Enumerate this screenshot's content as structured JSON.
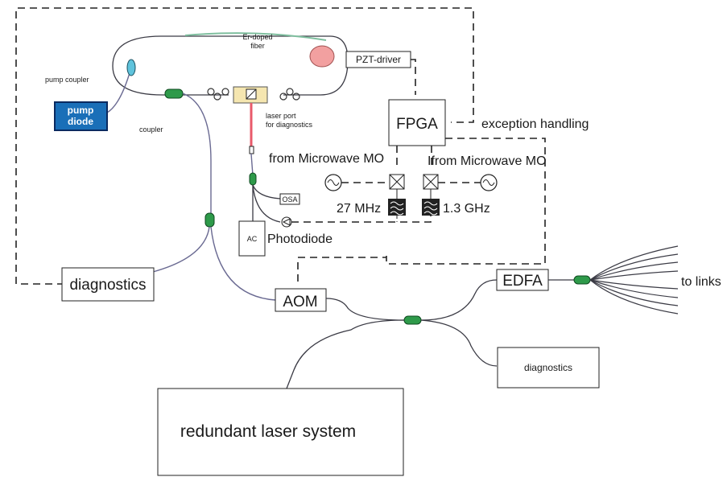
{
  "labels": {
    "er_doped_fiber_1": "Er-doped",
    "er_doped_fiber_2": "fiber",
    "pzt_driver": "PZT-driver",
    "pump_coupler": "pump coupler",
    "pump_diode_1": "pump",
    "pump_diode_2": "diode",
    "coupler": "coupler",
    "laser_port_1": "laser port",
    "laser_port_2": "for diagnostics",
    "fpga": "FPGA",
    "exception_handling": "exception handling",
    "from_mw_left": "from Microwave MO",
    "from_mw_right": "Ifrom Microwave MO",
    "freq_27": "27 MHz",
    "freq_13": "1.3 GHz",
    "osa": "OSA",
    "ac": "AC",
    "photodiode": "Photodiode",
    "diagnostics_left": "diagnostics",
    "aom": "AOM",
    "edfa": "EDFA",
    "to_links": "to links",
    "diagnostics_right": "diagnostics",
    "redundant_laser": "redundant laser system"
  },
  "colors": {
    "pump_diode_fill": "#1a6fb8",
    "pump_coupler_fill": "#5fc3dc",
    "coupler_fill": "#2e9a4a",
    "er_fiber": "#7fbf9f",
    "isolator_red": "#e85a6a",
    "pzt_fill": "#f2a0a0"
  }
}
